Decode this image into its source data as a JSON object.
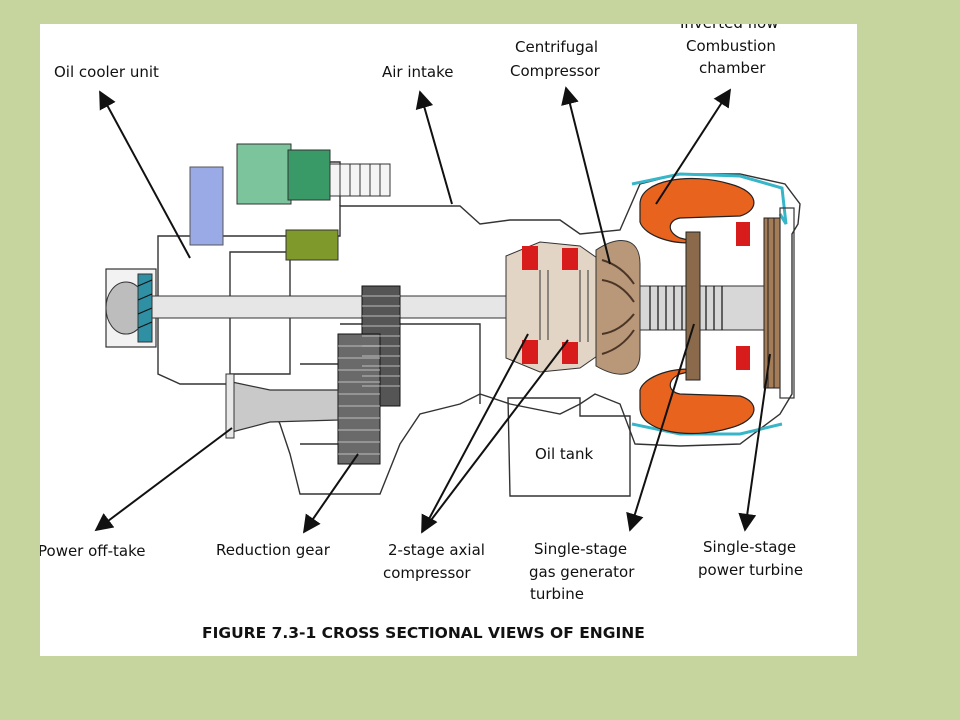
{
  "labels": {
    "oil_cooler": "Oil cooler unit",
    "air_intake": "Air intake",
    "centrifugal": [
      "Centrifugal",
      "Compressor"
    ],
    "combustion": [
      "Inverted flow",
      "Combustion",
      "chamber"
    ],
    "oil_tank": "Oil tank",
    "power_offtake": "Power off-take",
    "reduction_gear": "Reduction gear",
    "axial": [
      "2-stage axial",
      "compressor"
    ],
    "gas_gen": [
      "Single-stage",
      "gas generator",
      "turbine"
    ],
    "power_turbine": [
      "Single-stage",
      "power turbine"
    ]
  },
  "caption": "FIGURE 7.3-1  CROSS SECTIONAL VIEWS OF ENGINE",
  "colors": {
    "background": "#c6d59e",
    "panel": "#ffffff",
    "combustor": "#e8631e",
    "compressor_blade": "#d81b1b",
    "oil_cooler_green": "#3a9a67",
    "olive": "#7f9a2a",
    "blue_block": "#9aaae6",
    "teal": "#2f8fa3",
    "liner": "#36b6c8"
  }
}
